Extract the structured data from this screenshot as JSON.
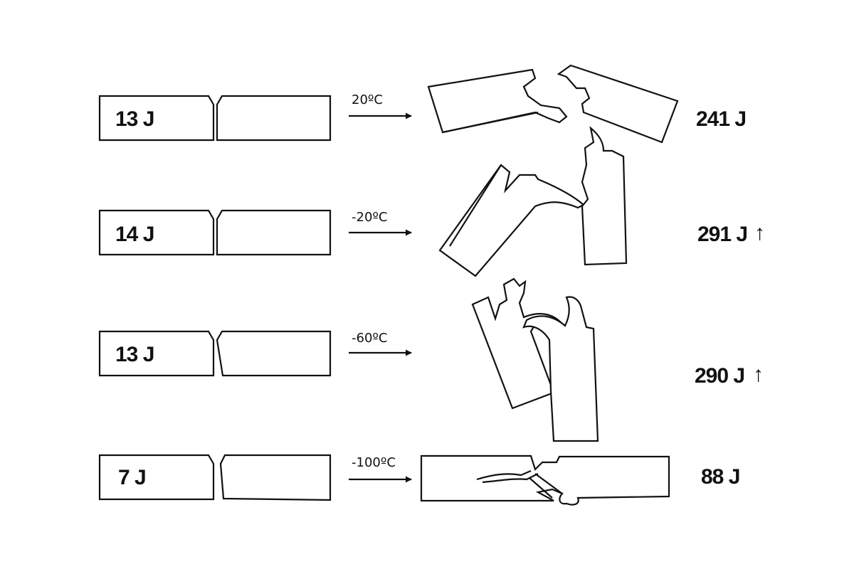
{
  "rows": [
    {
      "before_energy": "13 J",
      "temperature": "20ºC",
      "after_energy": "241 J",
      "arrow_glyph": ""
    },
    {
      "before_energy": "14 J",
      "temperature": "-20ºC",
      "after_energy": "291 J",
      "arrow_glyph": "↑"
    },
    {
      "before_energy": "13 J",
      "temperature": "-60ºC",
      "after_energy": "290 J",
      "arrow_glyph": "↑"
    },
    {
      "before_energy": "7 J",
      "temperature": "-100ºC",
      "after_energy": "88 J",
      "arrow_glyph": ""
    }
  ],
  "colors": {
    "ink": "#111111",
    "background": "#ffffff"
  }
}
